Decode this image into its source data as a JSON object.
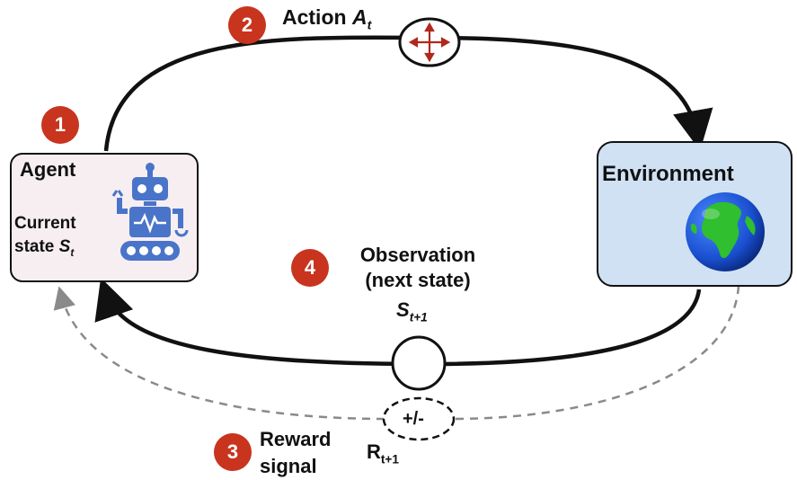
{
  "agent": {
    "title": "Agent",
    "state_line1": "Current",
    "state_line2": "state",
    "state_symbol": "S",
    "state_sub": "t"
  },
  "environment": {
    "title": "Environment"
  },
  "action": {
    "badge": "2",
    "label": "Action",
    "symbol": "A",
    "sub": "t"
  },
  "agent_step": {
    "badge": "1"
  },
  "observation": {
    "badge": "4",
    "line1": "Observation",
    "line2": "(next state)",
    "symbol": "S",
    "sub": "t+1"
  },
  "reward": {
    "badge": "3",
    "line1": "Reward",
    "line2": "signal",
    "sign": "+/-",
    "symbol": "R",
    "sub": "t+1"
  },
  "colors": {
    "badge": "#c8341e",
    "agent_fill": "#f7eef1",
    "env_fill": "#cfe1f3",
    "robot": "#4a74c9",
    "dashed": "#8a8a8a",
    "move_arrows": "#b0291c"
  },
  "icons": [
    "robot-icon",
    "globe-icon",
    "move-arrows-icon"
  ]
}
